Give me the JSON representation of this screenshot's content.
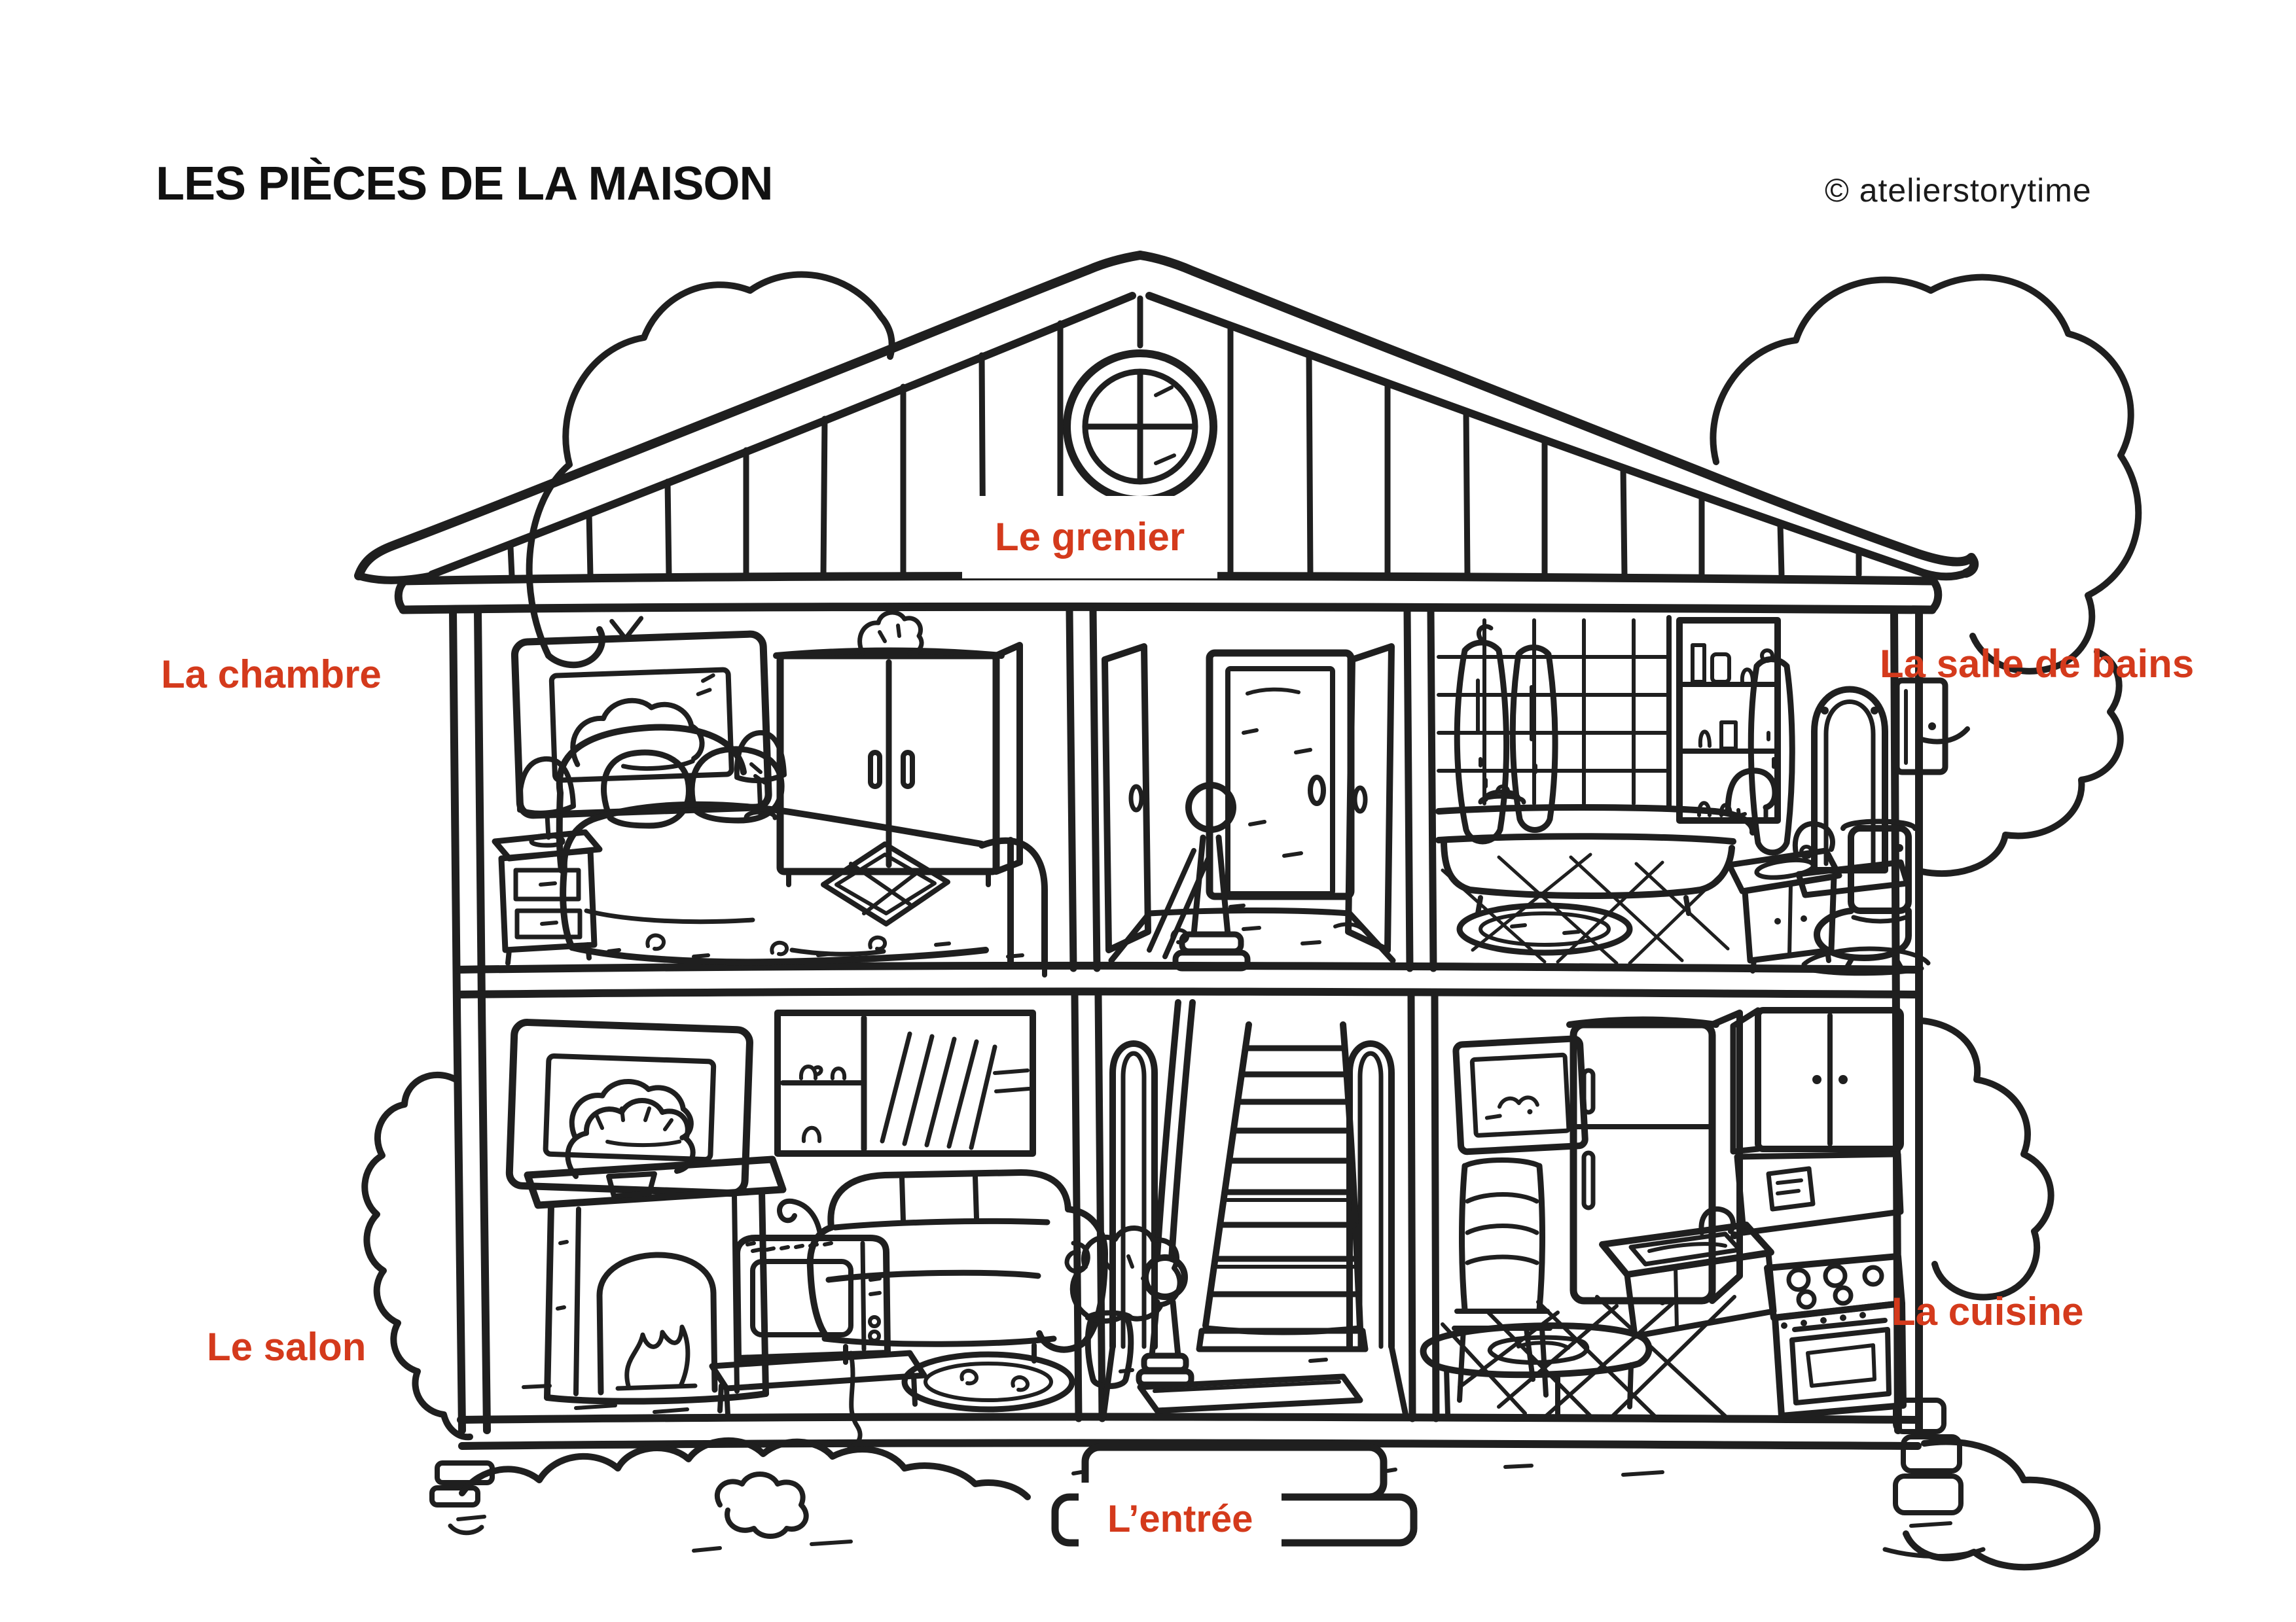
{
  "page": {
    "title": "LES PIÈCES DE LA MAISON",
    "credit": "© atelierstorytime",
    "background": "#ffffff"
  },
  "colors": {
    "label": "#d43a1c",
    "ink": "#1f1f1f"
  },
  "labels": {
    "attic": "Le grenier",
    "bedroom": "La chambre",
    "bathroom": "La salle de bains",
    "living_room": "Le salon",
    "kitchen": "La cuisine",
    "entrance": "L’entrée"
  }
}
